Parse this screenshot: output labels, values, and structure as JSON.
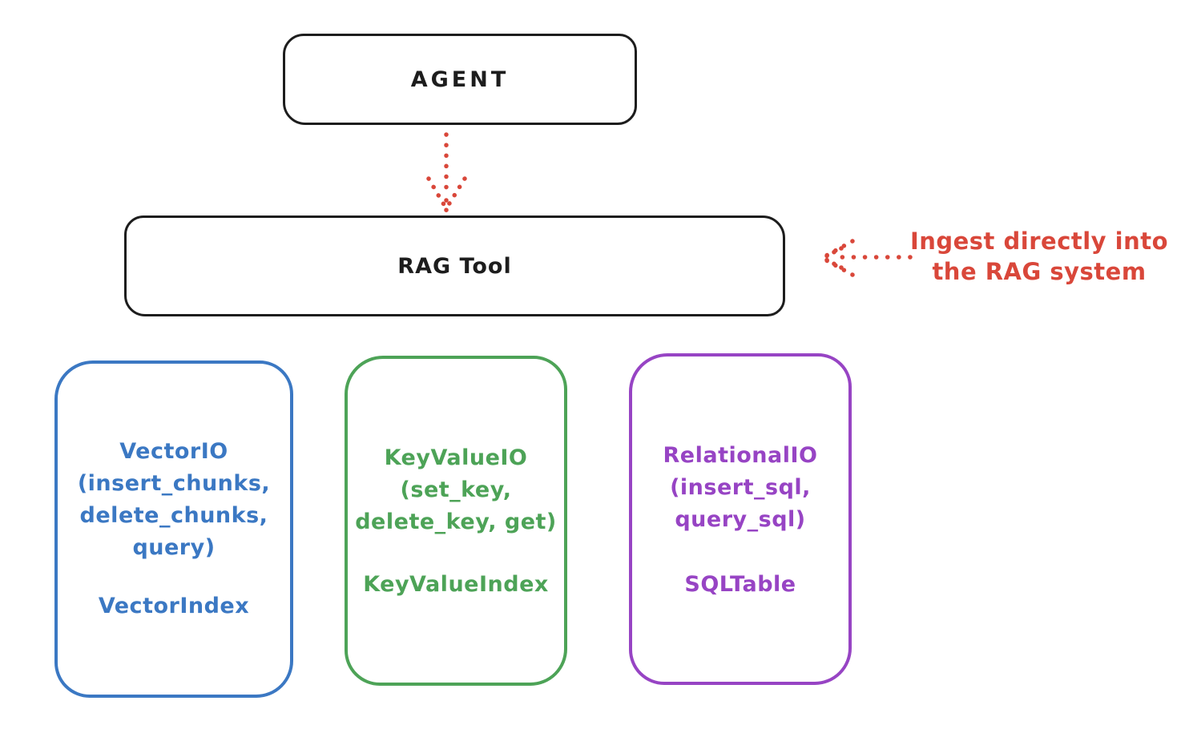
{
  "diagram": {
    "agent": {
      "label": "AGENT"
    },
    "rag_tool": {
      "label": "RAG Tool"
    },
    "annotation": {
      "line1": "Ingest directly into",
      "line2": "the RAG system"
    },
    "backends": [
      {
        "id": "vector-io",
        "color": "#3b78c3",
        "lines": [
          "VectorIO",
          "(insert_chunks,",
          "delete_chunks,",
          "query)"
        ],
        "index_label": "VectorIndex"
      },
      {
        "id": "keyvalue-io",
        "color": "#4da357",
        "lines": [
          "KeyValueIO",
          "(set_key,",
          "delete_key, get)"
        ],
        "index_label": "KeyValueIndex"
      },
      {
        "id": "relational-io",
        "color": "#9744c4",
        "lines": [
          "RelationalIO",
          "(insert_sql,",
          "query_sql)"
        ],
        "index_label": "SQLTable"
      }
    ],
    "colors": {
      "stroke_black": "#1d1d1d",
      "accent_red": "#d9473a",
      "blue": "#3b78c3",
      "green": "#4da357",
      "purple": "#9744c4",
      "background": "#ffffff"
    }
  }
}
